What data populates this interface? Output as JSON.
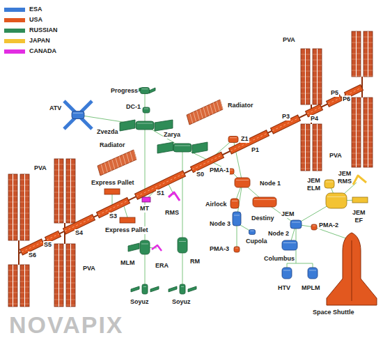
{
  "diagram": {
    "labels": [
      "PVA",
      "Progress",
      "ATV",
      "DC-1",
      "Radiator",
      "P1",
      "Zvezda",
      "P3",
      "P4",
      "P5",
      "P6",
      "Zarya",
      "S0",
      "Z1",
      "Radiator",
      "PVA",
      "PMA-1",
      "S1",
      "Node 1",
      "Express Pallet",
      "JEM RMS",
      "JEM ELM",
      "PVA",
      "Airlock",
      "S3",
      "MT",
      "RMS",
      "S4",
      "Destiny",
      "JEM",
      "JEM EF",
      "Express Pallet",
      "Node 3",
      "Node 2",
      "PMA-2",
      "Cupola",
      "S5",
      "PMA-3",
      "S6",
      "Columbus",
      "MLM",
      "ERA",
      "RM",
      "PVA",
      "HTV",
      "MPLM",
      "Soyuz",
      "Soyuz",
      "Space Shuttle",
      "NOVAPIX"
    ],
    "legend": [
      {
        "text": "ESA",
        "color": "#3b7bd6"
      },
      {
        "text": "USA",
        "color": "#e2581f"
      },
      {
        "text": "RUSSIAN",
        "color": "#2f8c57"
      },
      {
        "text": "JAPAN",
        "color": "#f3c333"
      },
      {
        "text": "CANADA",
        "color": "#e22de2"
      }
    ]
  }
}
